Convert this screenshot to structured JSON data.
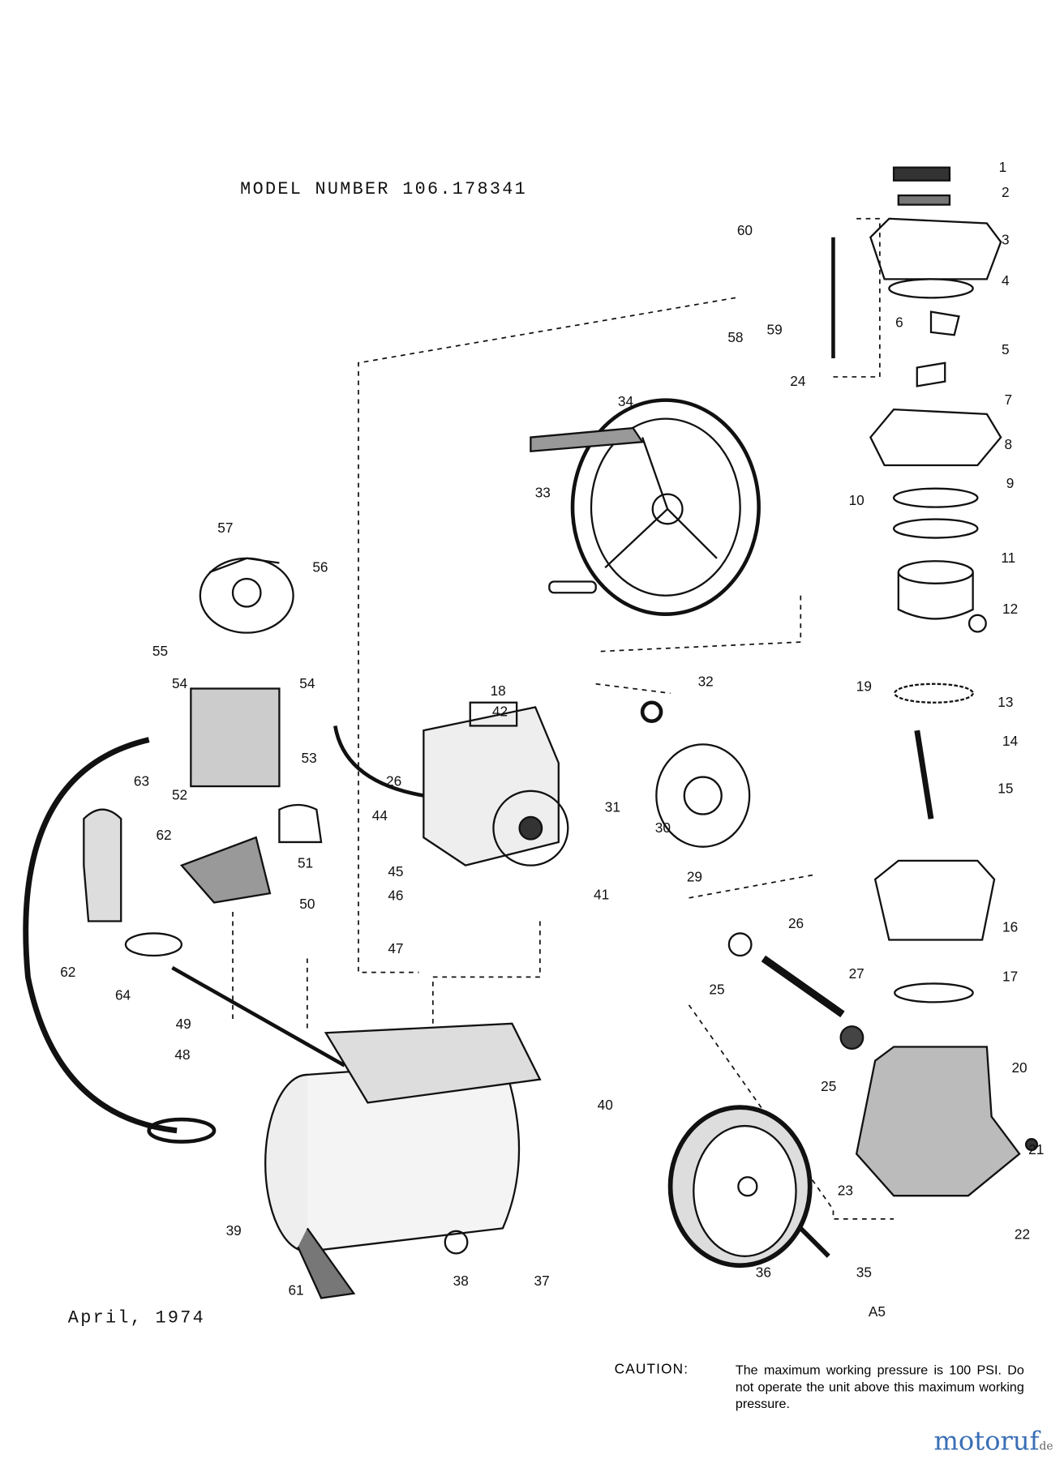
{
  "header": {
    "model_number": "MODEL NUMBER 106.178341"
  },
  "footer": {
    "date": "April, 1974",
    "page_code": "A5"
  },
  "caution": {
    "title": "CAUTION:",
    "text": "The maximum working pressure is 100 PSI. Do not operate the unit above this maximum working pressure."
  },
  "watermark": {
    "text": "motoruf",
    "suffix": "de"
  },
  "labels": [
    "1",
    "2",
    "3",
    "4",
    "60",
    "59",
    "58",
    "6",
    "5",
    "24",
    "7",
    "8",
    "9",
    "10",
    "11",
    "12",
    "34",
    "33",
    "57",
    "56",
    "55",
    "19",
    "13",
    "54",
    "54",
    "18",
    "42",
    "32",
    "14",
    "53",
    "26",
    "15",
    "31",
    "63",
    "52",
    "44",
    "30",
    "62",
    "51",
    "45",
    "29",
    "50",
    "46",
    "41",
    "16",
    "62",
    "47",
    "26",
    "25",
    "27",
    "17",
    "64",
    "49",
    "48",
    "25",
    "20",
    "40",
    "21",
    "23",
    "39",
    "22",
    "36",
    "35",
    "38",
    "37",
    "61"
  ]
}
